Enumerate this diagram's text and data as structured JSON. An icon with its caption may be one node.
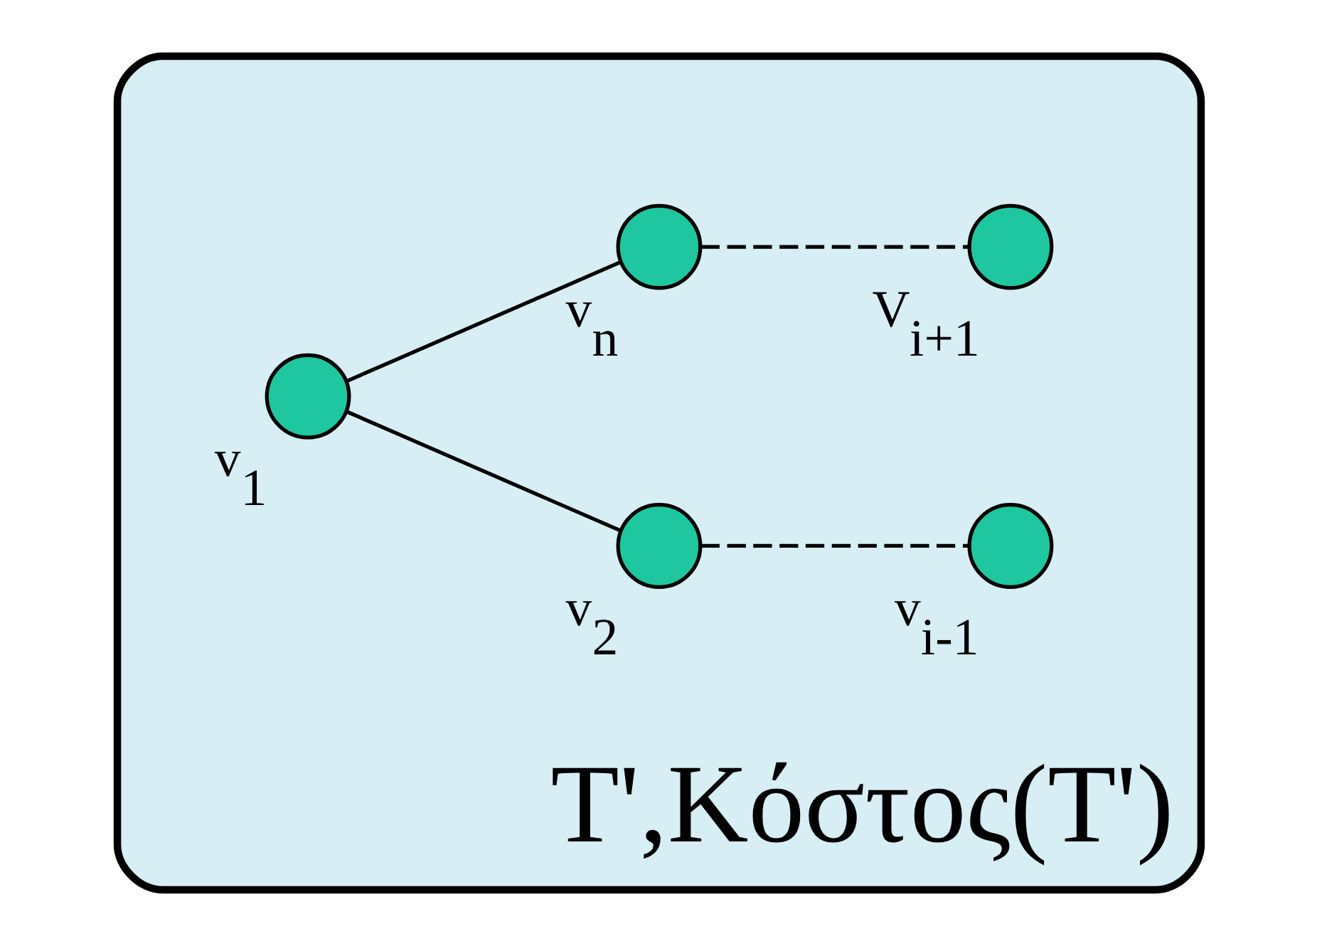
{
  "diagram": {
    "nodes": [
      {
        "text": [
          "T',Κόστος(T')"
        ]
      },
      {
        "text": [],
        "shape": "circle",
        "in": 0,
        "beside": [
          "v$_{2}$"
        ]
      },
      {
        "text": [],
        "shape": "circle",
        "in": 0,
        "beside": [
          "v$_{1}$"
        ]
      },
      {
        "text": [],
        "shape": "circle",
        "in": 0,
        "beside": [
          "v$_{i-1}$"
        ]
      },
      {
        "text": [],
        "shape": "circle",
        "in": 0,
        "beside": [
          "v$_{n}$"
        ]
      },
      {
        "text": [],
        "shape": "circle",
        "in": 0,
        "beside": [
          "V$_{i+1}$"
        ]
      }
    ],
    "edges": [
      {
        "from": 2,
        "to": 1,
        "arrow": "none"
      },
      {
        "from": 1,
        "to": 3,
        "arrow": "none",
        "style": "dashed"
      },
      {
        "from": 2,
        "to": 4,
        "arrow": "none"
      },
      {
        "from": 4,
        "to": 5,
        "arrow": "none",
        "style": "dashed"
      }
    ]
  }
}
